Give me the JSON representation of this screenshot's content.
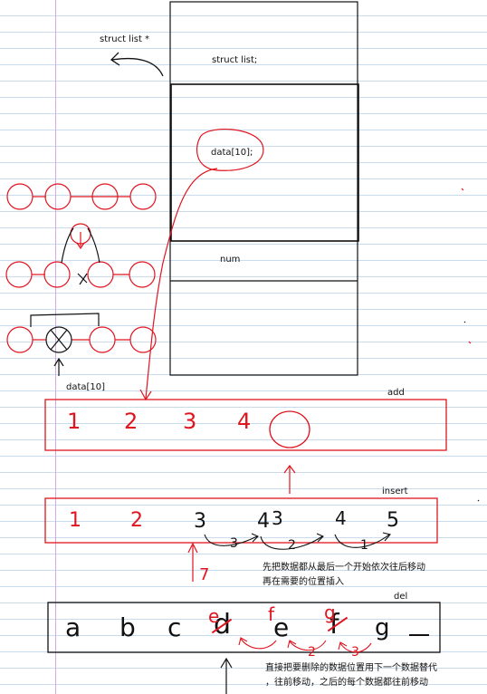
{
  "labels": {
    "struct_ptr": "struct list *",
    "struct_list": "struct list;",
    "data_field": "data[10];",
    "num_field": "num",
    "data_array": "data[10]",
    "add": "add",
    "insert": "insert",
    "del": "del"
  },
  "notes": {
    "insert_line1": "先把数据都从最后一个开始依次往后移动",
    "insert_line2": "再在需要的位置插入",
    "del_line1": "直接把要删除的数据位置用下一个数据替代",
    "del_line2": "，往前移动，之后的每个数据都往前移动"
  },
  "add_row": [
    "1",
    "2",
    "3",
    "4"
  ],
  "insert_row": [
    "1",
    "2",
    "3",
    "4",
    "5"
  ],
  "insert_overwrites": [
    "3",
    "4"
  ],
  "insert_arrow_steps": [
    "3",
    "2",
    "1"
  ],
  "insert_new_item": "7",
  "del_row": [
    "a",
    "b",
    "c",
    "d",
    "e",
    "f",
    "g"
  ],
  "del_overwrites": [
    "e",
    "f",
    "g"
  ],
  "del_arrow_steps": [
    "2",
    "3"
  ],
  "colors": {
    "ink": "#111111",
    "pen_red": "#e0141e",
    "margin": "#d7a6e8",
    "rule": "#c9dcee"
  }
}
